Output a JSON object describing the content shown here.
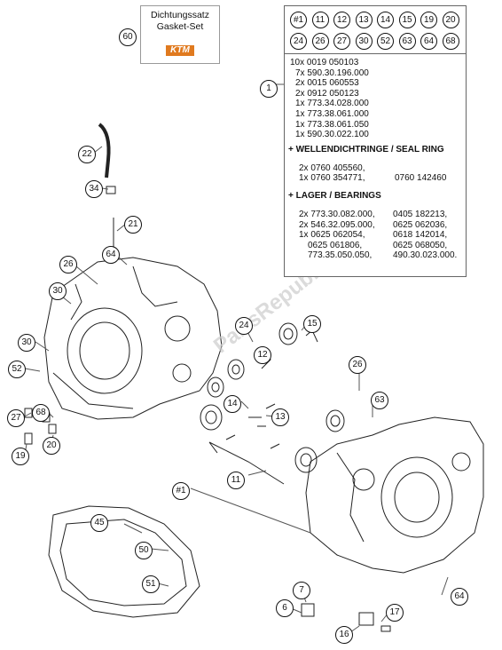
{
  "gasket_set": {
    "line1": "Dichtungssatz",
    "line2": "Gasket-Set",
    "logo": "KTM"
  },
  "kit": {
    "set_parts": [
      "#1",
      "11",
      "12",
      "13",
      "14",
      "15",
      "19",
      "20",
      "24",
      "26",
      "27",
      "30",
      "52",
      "63",
      "64",
      "68"
    ],
    "lines": [
      "10x 0019 050103",
      "7x 590.30.196.000",
      "2x 0015 060553",
      "2x 0912 050123",
      "1x 773.34.028.000",
      "1x 773.38.061.000",
      "1x 773.38.061.050",
      "1x 590.30.022.100"
    ],
    "seal_heading": "+ WELLENDICHTRINGE /  SEAL RING",
    "seal_lines": [
      [
        "2x 0760 405560,",
        ""
      ],
      [
        "1x 0760 354771,",
        "0760 142460"
      ]
    ],
    "bearing_heading": "+ LAGER / BEARINGS",
    "bearing_lines": [
      [
        "2x 773.30.082.000,",
        "0405 182213,"
      ],
      [
        "2x 546.32.095.000,",
        "0625 062036,"
      ],
      [
        "1x 0625 062054,",
        "0618 142014,"
      ],
      [
        "0625 061806,",
        "0625 068050,"
      ],
      [
        "773.35.050.050,",
        "490.30.023.000."
      ]
    ]
  },
  "callouts": {
    "c60": "60",
    "c1": "1",
    "c22": "22",
    "c34": "34",
    "c21": "21",
    "c64a": "64",
    "c26a": "26",
    "c30a": "30",
    "c30b": "30",
    "c52": "52",
    "c27": "27",
    "c68": "68",
    "c20": "20",
    "c19": "19",
    "c24": "24",
    "c15": "15",
    "c12": "12",
    "c14": "14",
    "c13": "13",
    "c11": "11",
    "c26b": "26",
    "c63": "63",
    "c1b": "#1",
    "c45": "45",
    "c50": "50",
    "c51": "51",
    "c7": "7",
    "c6": "6",
    "c17": "17",
    "c16": "16",
    "c64b": "64"
  },
  "watermark": "PartsRepublik"
}
